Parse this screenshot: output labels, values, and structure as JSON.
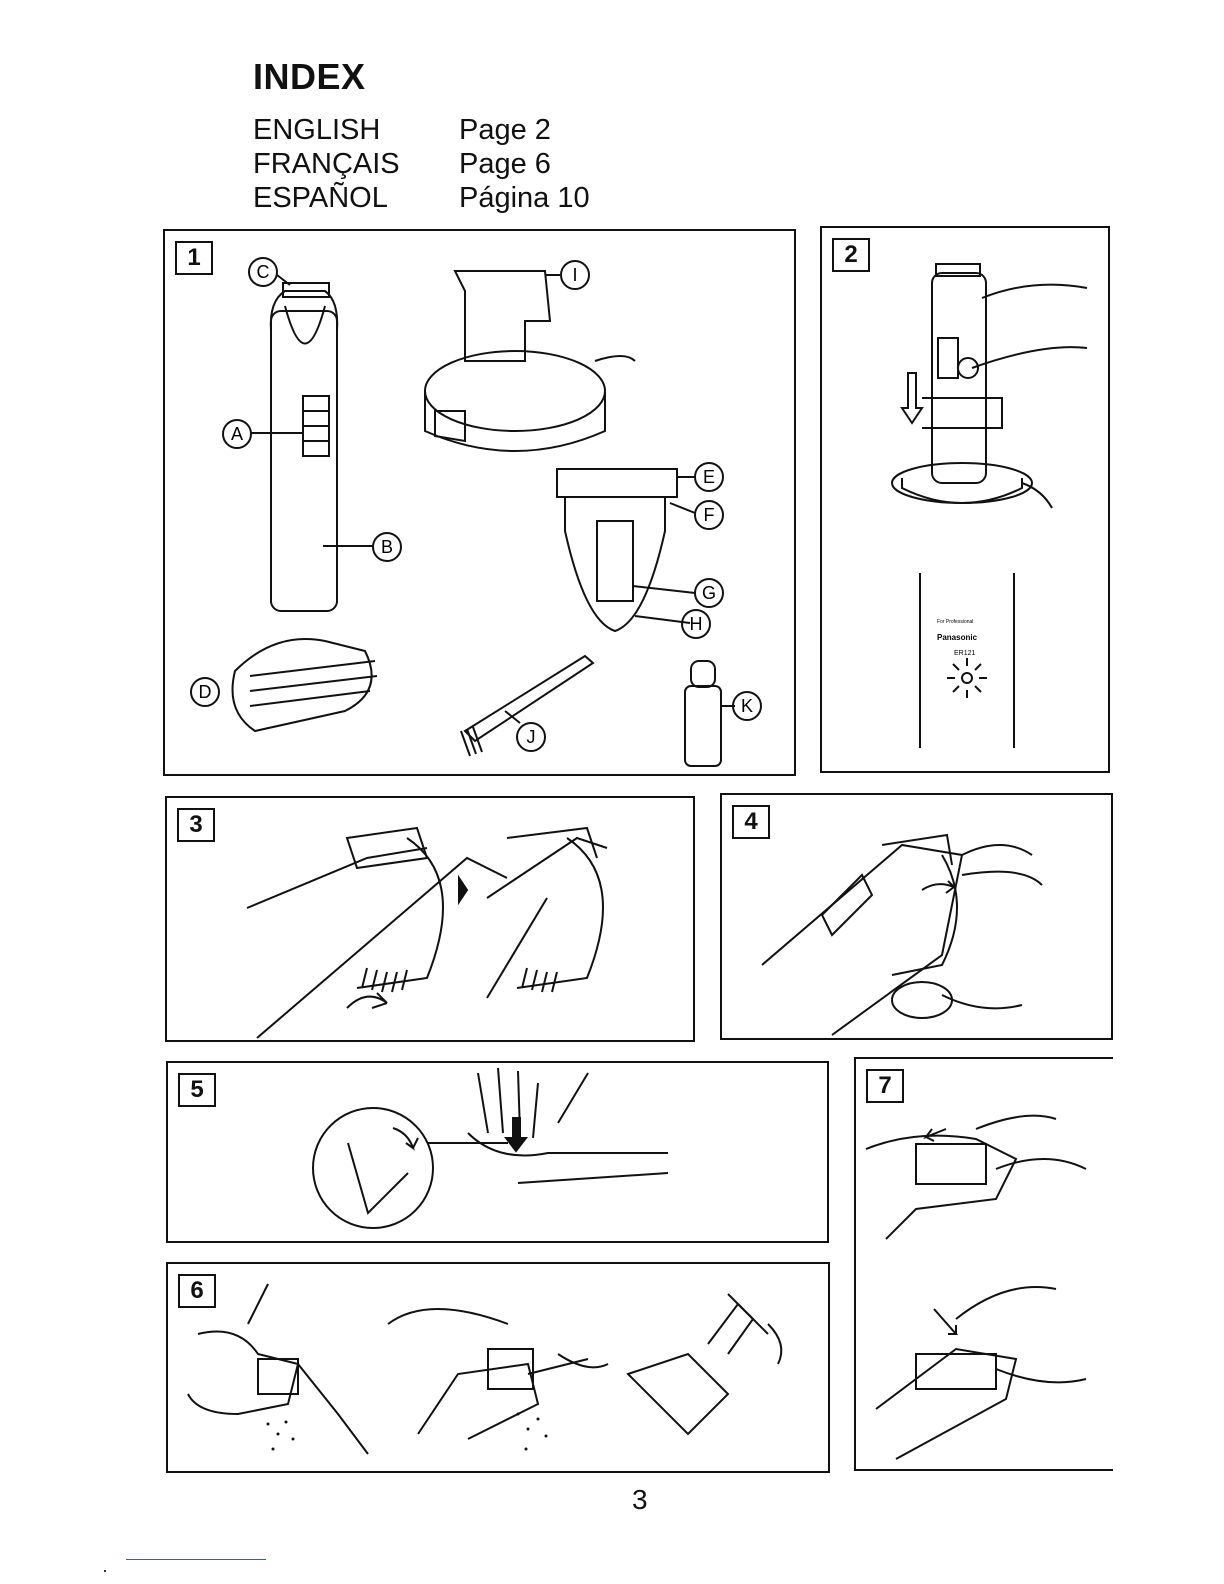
{
  "index": {
    "title": "INDEX",
    "entries": [
      {
        "language": "ENGLISH",
        "page": "Page 2"
      },
      {
        "language": "FRANÇAIS",
        "page": "Page 6"
      },
      {
        "language": "ESPAÑOL",
        "page": "Página 10"
      }
    ]
  },
  "panels": {
    "p1": {
      "number": "1",
      "labels": {
        "a": "A",
        "b": "B",
        "c": "C",
        "d": "D",
        "e": "E",
        "f": "F",
        "g": "G",
        "h": "H",
        "i": "I",
        "j": "J",
        "k": "K"
      }
    },
    "p2": {
      "number": "2",
      "device_text": {
        "line1": "For Professional",
        "brand": "Panasonic",
        "model": "ER121"
      }
    },
    "p3": {
      "number": "3"
    },
    "p4": {
      "number": "4"
    },
    "p5": {
      "number": "5"
    },
    "p6": {
      "number": "6"
    },
    "p7": {
      "number": "7"
    }
  },
  "page_number": "3"
}
